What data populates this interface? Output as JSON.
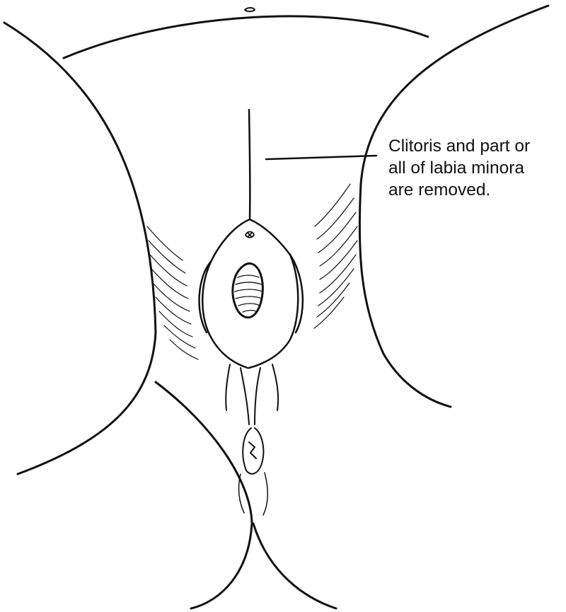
{
  "annotation": {
    "lines": [
      "Clitoris and part or",
      "all of labia minora",
      "are removed."
    ]
  },
  "colors": {
    "ink": "#111111",
    "background": "#ffffff"
  }
}
